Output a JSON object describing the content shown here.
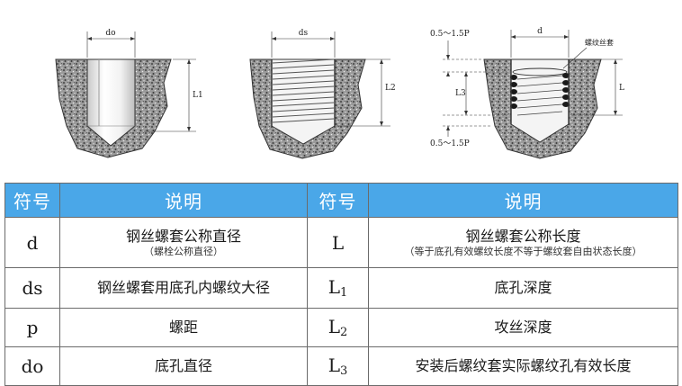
{
  "diagrams": {
    "fig1": {
      "width_label": "do",
      "depth_label": "L1"
    },
    "fig2": {
      "width_label": "ds",
      "depth_label": "L2"
    },
    "fig3": {
      "width_label": "d",
      "insert_label": "螺纹丝套",
      "top_margin_label": "0.5～1.5P",
      "bottom_margin_label": "0.5～1.5P",
      "mid_label": "L3",
      "depth_label": "L"
    }
  },
  "table": {
    "headers": [
      "符号",
      "说明",
      "符号",
      "说明"
    ],
    "rows": [
      {
        "sym_left": "d",
        "desc_left": "钢丝螺套公称直径",
        "note_left": "（螺栓公称直径）",
        "sym_right": "L",
        "desc_right": "钢丝螺套公称长度",
        "note_right": "（等于底孔有效螺纹长度不等于螺纹套自由状态长度）"
      },
      {
        "sym_left": "ds",
        "desc_left": "钢丝螺套用底孔内螺纹大径",
        "sym_right_main": "L",
        "sym_right_sub": "1",
        "desc_right": "底孔深度"
      },
      {
        "sym_left": "p",
        "desc_left": "螺距",
        "sym_right_main": "L",
        "sym_right_sub": "2",
        "desc_right": "攻丝深度"
      },
      {
        "sym_left": "do",
        "desc_left": "底孔直径",
        "sym_right_main": "L",
        "sym_right_sub": "3",
        "desc_right": "安装后螺纹套实际螺纹孔有效长度"
      }
    ]
  }
}
